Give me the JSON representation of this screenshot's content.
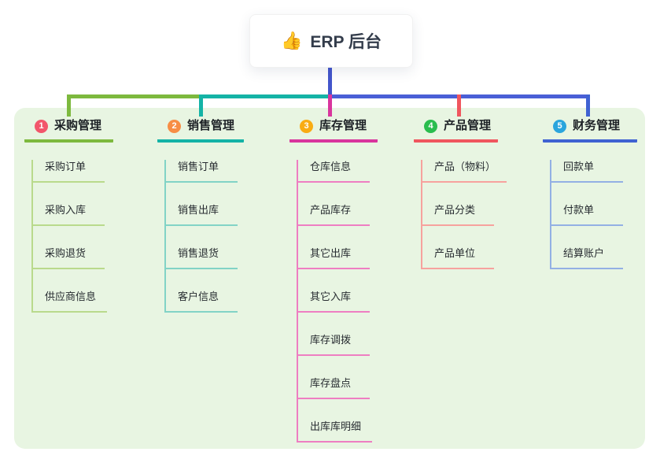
{
  "root": {
    "icon": "👍",
    "label": "ERP 后台"
  },
  "connector": {
    "stem_color": "#4355cb",
    "bus_blue": "#4a5fd6"
  },
  "branches": [
    {
      "number": "1",
      "label": "采购管理",
      "badge_color": "#f2566b",
      "line_color": "#7db93e",
      "light_color": "#b9da8c",
      "children": [
        "采购订单",
        "采购入库",
        "采购退货",
        "供应商信息"
      ]
    },
    {
      "number": "2",
      "label": "销售管理",
      "badge_color": "#f78e45",
      "line_color": "#14b3a6",
      "light_color": "#82d3c6",
      "children": [
        "销售订单",
        "销售出库",
        "销售退货",
        "客户信息"
      ]
    },
    {
      "number": "3",
      "label": "库存管理",
      "badge_color": "#f9ac13",
      "line_color": "#d9359d",
      "light_color": "#ee7ec2",
      "children": [
        "仓库信息",
        "产品库存",
        "其它出库",
        "其它入库",
        "库存调拨",
        "库存盘点",
        "出库库明细"
      ]
    },
    {
      "number": "4",
      "label": "产品管理",
      "badge_color": "#2abd4e",
      "line_color": "#f0565e",
      "light_color": "#f7a29e",
      "children": [
        "产品（物料）",
        "产品分类",
        "产品单位"
      ]
    },
    {
      "number": "5",
      "label": "财务管理",
      "badge_color": "#2aa5dd",
      "line_color": "#3f62d2",
      "light_color": "#93b0e4",
      "children": [
        "回款单",
        "付款单",
        "结算账户"
      ]
    }
  ]
}
